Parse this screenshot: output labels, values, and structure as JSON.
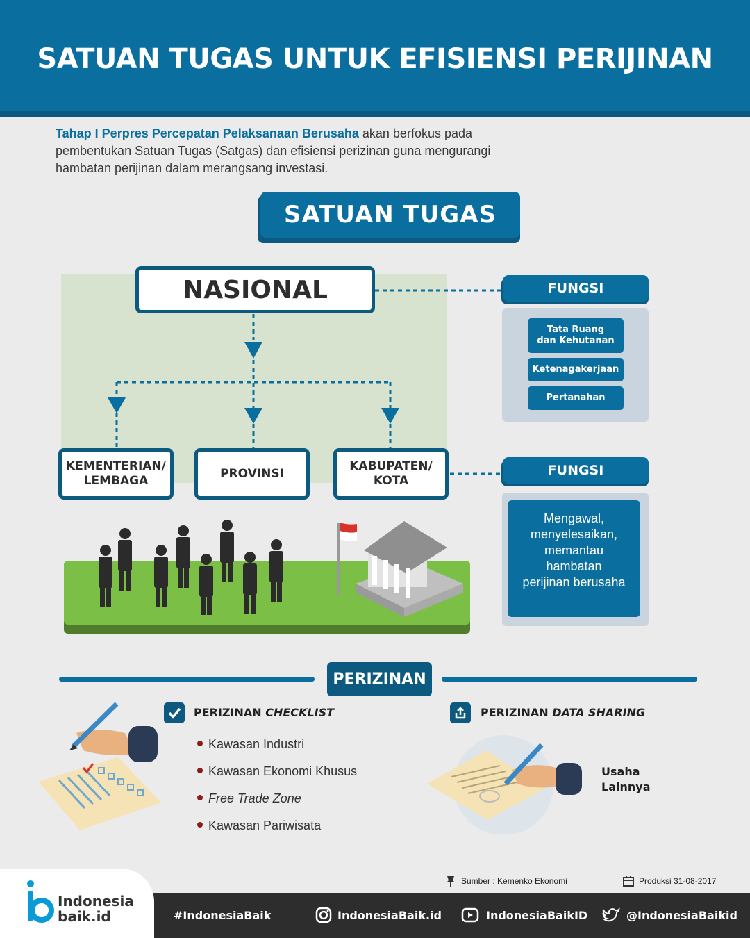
{
  "header": {
    "title": "SATUAN TUGAS UNTUK EFISIENSI PERIJINAN"
  },
  "intro": {
    "highlight": "Tahap I Perpres Percepatan Pelaksanaan Berusaha",
    "text": " akan berfokus pada pembentukan Satuan Tugas (Satgas) dan efisiensi perizinan guna mengurangi hambatan perijinan dalam merangsang investasi."
  },
  "satgas": {
    "heading": "SATUAN TUGAS",
    "national": "NASIONAL",
    "units": [
      "KEMENTERIAN/\nLEMBAGA",
      "PROVINSI",
      "KABUPATEN/\nKOTA"
    ]
  },
  "fungsi_national": {
    "label": "FUNGSI",
    "items": [
      "Tata Ruang\ndan Kehutanan",
      "Ketenagakerjaan",
      "Pertanahan"
    ]
  },
  "fungsi_regional": {
    "label": "FUNGSI",
    "text": "Mengawal,\nmenyelesaikan,\nmemantau\nhambatan\nperijinan berusaha"
  },
  "perizinan": {
    "heading": "PERIZINAN",
    "checklist_title": "PERIZINAN",
    "checklist_title_italic": "CHECKLIST",
    "checklist_items": [
      "Kawasan Industri",
      "Kawasan Ekonomi Khusus",
      "Free Trade Zone",
      "Kawasan Pariwisata"
    ],
    "sharing_title": "PERIZINAN",
    "sharing_title_italic": "DATA SHARING",
    "sharing_text": "Usaha\nLainnya"
  },
  "meta": {
    "source": "Sumber : Kemenko Ekonomi",
    "production": "Produksi 31-08-2017"
  },
  "footer": {
    "logo_line1": "Indonesia",
    "logo_line2": "baik.id",
    "hashtag": "#IndonesiaBaik",
    "instagram": "IndonesiaBaik.id",
    "youtube": "IndonesiaBaikID",
    "twitter": "@IndonesiaBaikid"
  },
  "colors": {
    "primary": "#0a6e9e",
    "dark": "#0d5a80",
    "green": "#7cbf47",
    "footer": "#2d2d2d"
  }
}
